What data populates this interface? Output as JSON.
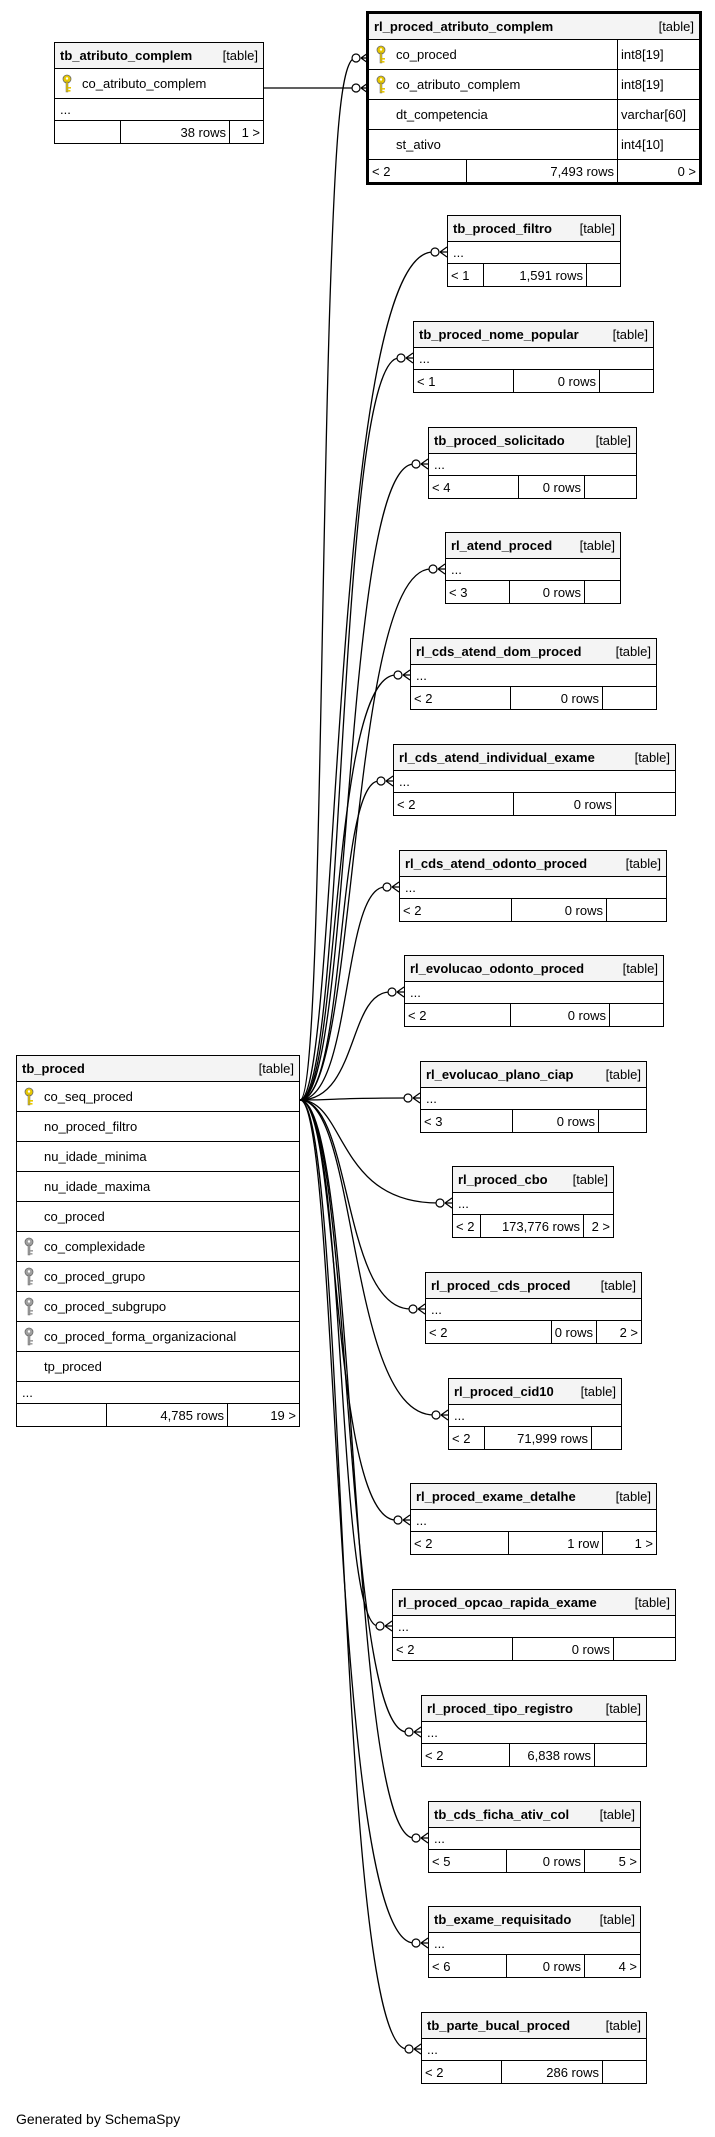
{
  "tb_atributo_complem": {
    "name": "tb_atributo_complem",
    "kind": "[table]",
    "columns": [
      "co_atributo_complem"
    ],
    "ellipsis": "...",
    "footer": {
      "left": "",
      "mid": "38 rows",
      "right": "1 >"
    }
  },
  "rl_proced_atributo_complem": {
    "name": "rl_proced_atributo_complem",
    "kind": "[table]",
    "columns": [
      {
        "name": "co_proced",
        "type": "int8[19]"
      },
      {
        "name": "co_atributo_complem",
        "type": "int8[19]"
      },
      {
        "name": "dt_competencia",
        "type": "varchar[60]"
      },
      {
        "name": "st_ativo",
        "type": "int4[10]"
      }
    ],
    "footer": {
      "left": "< 2",
      "mid": "7,493 rows",
      "right": "0 >"
    }
  },
  "tb_proced": {
    "name": "tb_proced",
    "kind": "[table]",
    "columns": [
      "co_seq_proced",
      "no_proced_filtro",
      "nu_idade_minima",
      "nu_idade_maxima",
      "co_proced",
      "co_complexidade",
      "co_proced_grupo",
      "co_proced_subgrupo",
      "co_proced_forma_organizacional",
      "tp_proced"
    ],
    "ellipsis": "...",
    "footer": {
      "left": "",
      "mid": "4,785 rows",
      "right": "19 >"
    }
  },
  "children": [
    {
      "name": "tb_proced_filtro",
      "kind": "[table]",
      "ellipsis": "...",
      "footer": {
        "left": "< 1",
        "mid": "1,591 rows",
        "right": ""
      }
    },
    {
      "name": "tb_proced_nome_popular",
      "kind": "[table]",
      "ellipsis": "...",
      "footer": {
        "left": "< 1",
        "mid": "0 rows",
        "right": ""
      }
    },
    {
      "name": "tb_proced_solicitado",
      "kind": "[table]",
      "ellipsis": "...",
      "footer": {
        "left": "< 4",
        "mid": "0 rows",
        "right": ""
      }
    },
    {
      "name": "rl_atend_proced",
      "kind": "[table]",
      "ellipsis": "...",
      "footer": {
        "left": "< 3",
        "mid": "0 rows",
        "right": ""
      }
    },
    {
      "name": "rl_cds_atend_dom_proced",
      "kind": "[table]",
      "ellipsis": "...",
      "footer": {
        "left": "< 2",
        "mid": "0 rows",
        "right": ""
      }
    },
    {
      "name": "rl_cds_atend_individual_exame",
      "kind": "[table]",
      "ellipsis": "...",
      "footer": {
        "left": "< 2",
        "mid": "0 rows",
        "right": ""
      }
    },
    {
      "name": "rl_cds_atend_odonto_proced",
      "kind": "[table]",
      "ellipsis": "...",
      "footer": {
        "left": "< 2",
        "mid": "0 rows",
        "right": ""
      }
    },
    {
      "name": "rl_evolucao_odonto_proced",
      "kind": "[table]",
      "ellipsis": "...",
      "footer": {
        "left": "< 2",
        "mid": "0 rows",
        "right": ""
      }
    },
    {
      "name": "rl_evolucao_plano_ciap",
      "kind": "[table]",
      "ellipsis": "...",
      "footer": {
        "left": "< 3",
        "mid": "0 rows",
        "right": ""
      }
    },
    {
      "name": "rl_proced_cbo",
      "kind": "[table]",
      "ellipsis": "...",
      "footer": {
        "left": "< 2",
        "mid": "173,776 rows",
        "right": "2 >"
      }
    },
    {
      "name": "rl_proced_cds_proced",
      "kind": "[table]",
      "ellipsis": "...",
      "footer": {
        "left": "< 2",
        "mid": "0 rows",
        "right": "2 >"
      }
    },
    {
      "name": "rl_proced_cid10",
      "kind": "[table]",
      "ellipsis": "...",
      "footer": {
        "left": "< 2",
        "mid": "71,999 rows",
        "right": ""
      }
    },
    {
      "name": "rl_proced_exame_detalhe",
      "kind": "[table]",
      "ellipsis": "...",
      "footer": {
        "left": "< 2",
        "mid": "1 row",
        "right": "1 >"
      }
    },
    {
      "name": "rl_proced_opcao_rapida_exame",
      "kind": "[table]",
      "ellipsis": "...",
      "footer": {
        "left": "< 2",
        "mid": "0 rows",
        "right": ""
      }
    },
    {
      "name": "rl_proced_tipo_registro",
      "kind": "[table]",
      "ellipsis": "...",
      "footer": {
        "left": "< 2",
        "mid": "6,838 rows",
        "right": ""
      }
    },
    {
      "name": "tb_cds_ficha_ativ_col",
      "kind": "[table]",
      "ellipsis": "...",
      "footer": {
        "left": "< 5",
        "mid": "0 rows",
        "right": "5 >"
      }
    },
    {
      "name": "tb_exame_requisitado",
      "kind": "[table]",
      "ellipsis": "...",
      "footer": {
        "left": "< 6",
        "mid": "0 rows",
        "right": "4 >"
      }
    },
    {
      "name": "tb_parte_bucal_proced",
      "kind": "[table]",
      "ellipsis": "...",
      "footer": {
        "left": "< 2",
        "mid": "286 rows",
        "right": ""
      }
    }
  ],
  "footer_text": "Generated by SchemaSpy",
  "icons": {
    "primary_key": "gold-key-icon",
    "foreign_key": "gray-key-icon"
  },
  "colors": {
    "primary_key": "#e8c800",
    "foreign_key": "#a0a0a0",
    "header_bg": "#f4f4f4",
    "lines": "#000000"
  }
}
